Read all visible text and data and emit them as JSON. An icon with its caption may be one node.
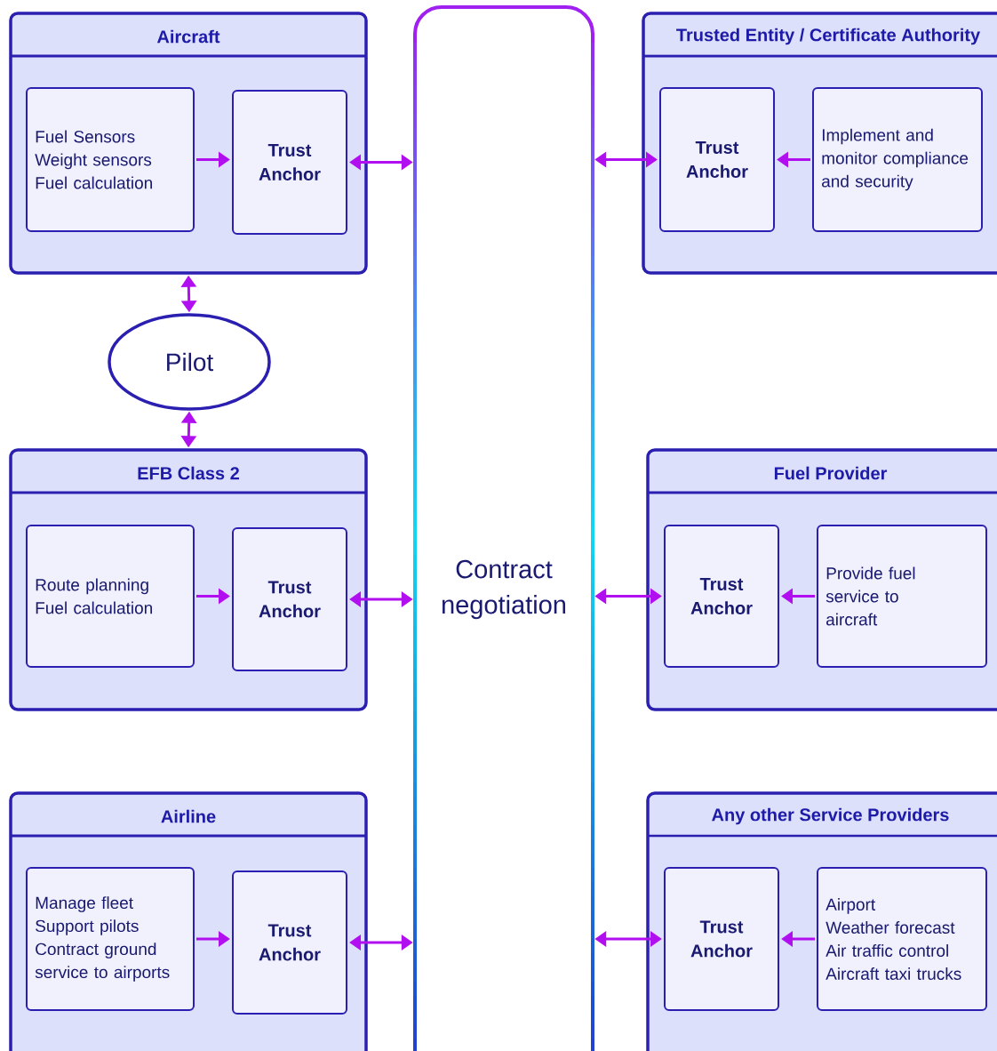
{
  "diagram": {
    "nodes": [
      {
        "text": [
          "Aircraft"
        ]
      },
      {
        "text": [
          "Fuel Sensors",
          "Weight sensors",
          "Fuel calculation"
        ],
        "in": 0
      },
      {
        "text": [
          "Trust Anchor"
        ],
        "in": 0
      },
      {
        "text": [
          "Contract negotiation"
        ]
      },
      {
        "text": [
          "Trusted Entity / Certificate Authority"
        ]
      },
      {
        "text": [
          "Trust Anchor"
        ],
        "in": 4
      },
      {
        "text": [
          "Implement and monitor compliance and security"
        ],
        "in": 4
      },
      {
        "text": [
          "Pilot"
        ]
      },
      {
        "text": [
          "EFB Class 2"
        ]
      },
      {
        "text": [
          "Route planning",
          "Fuel calculation"
        ],
        "in": 8
      },
      {
        "text": [
          "Trust Anchor"
        ],
        "in": 8
      },
      {
        "text": [
          "Fuel Provider"
        ]
      },
      {
        "text": [
          "Trust Anchor"
        ],
        "in": 11
      },
      {
        "text": [
          "Provide fuel service to aircraft"
        ],
        "in": 11
      },
      {
        "text": [
          "Airline"
        ]
      },
      {
        "text": [
          "Manage fleet",
          "Support pilots",
          "Contract ground service to airports"
        ],
        "in": 14
      },
      {
        "text": [
          "Trust Anchor"
        ],
        "in": 14
      },
      {
        "text": [
          "Any other Service Providers"
        ]
      },
      {
        "text": [
          "Trust Anchor"
        ],
        "in": 17
      },
      {
        "text": [
          "Airport",
          "Weather forecast",
          "Air traffic control",
          "Aircraft taxi trucks"
        ],
        "in": 17
      }
    ],
    "edges": [
      {
        "from": 1,
        "to": 2,
        "arrow": "to"
      },
      {
        "from": 2,
        "to": 3,
        "arrow": "both"
      },
      {
        "from": 3,
        "to": 5,
        "arrow": "both"
      },
      {
        "from": 6,
        "to": 5,
        "arrow": "to"
      },
      {
        "from": 0,
        "to": 7,
        "arrow": "both"
      },
      {
        "from": 7,
        "to": 8,
        "arrow": "both"
      },
      {
        "from": 9,
        "to": 10,
        "arrow": "to"
      },
      {
        "from": 10,
        "to": 3,
        "arrow": "both"
      },
      {
        "from": 3,
        "to": 12,
        "arrow": "both"
      },
      {
        "from": 13,
        "to": 12,
        "arrow": "to"
      },
      {
        "from": 15,
        "to": 16,
        "arrow": "to"
      },
      {
        "from": 16,
        "to": 3,
        "arrow": "both"
      },
      {
        "from": 3,
        "to": 18,
        "arrow": "both"
      },
      {
        "from": 19,
        "to": 18,
        "arrow": "to"
      }
    ]
  }
}
